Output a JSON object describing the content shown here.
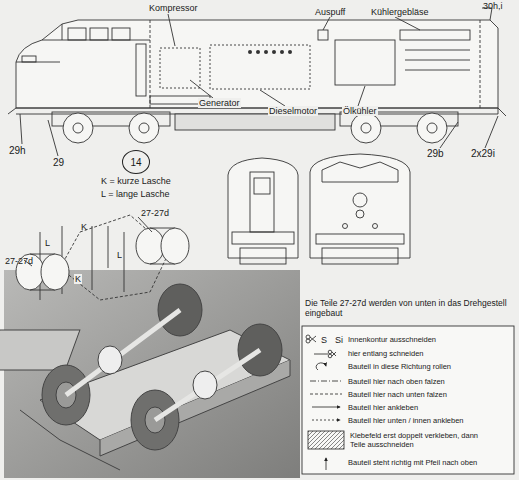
{
  "diagram": {
    "nodes": [
      {
        "text": [
          "14"
        ]
      }
    ],
    "labels": [
      "Kompressor",
      "Auspuff",
      "Kühlergebläse",
      "30h,i",
      "Generator",
      "Dieselmotor",
      "Ölkühler",
      "29h",
      "29",
      "29b",
      "2x29i",
      "K = kurze Lasche",
      "L = lange Lasche",
      "27-27d",
      "K",
      "L",
      "L",
      "27-27d",
      "K",
      "Die Teile 27-27d werden von unten in das Drehgestell eingebaut",
      "S",
      "Si"
    ],
    "legend": [
      {
        "text": "Innenkontur ausschneiden"
      },
      {
        "text": "hier entlang schneiden"
      },
      {
        "text": "Bauteil in diese Richtung rollen"
      },
      {
        "text": "Bauteil hier nach oben falzen"
      },
      {
        "text": "Bauteil hier nach unten falzen"
      },
      {
        "text": "Bauteil hier ankleben"
      },
      {
        "text": "Bauteil hier unten / innen ankleben"
      },
      {
        "text": "Klebefeld erst doppelt verkleben, dann Teile ausschneiden"
      },
      {
        "text": "Bauteil steht richtig mit Pfeil nach oben"
      }
    ]
  }
}
